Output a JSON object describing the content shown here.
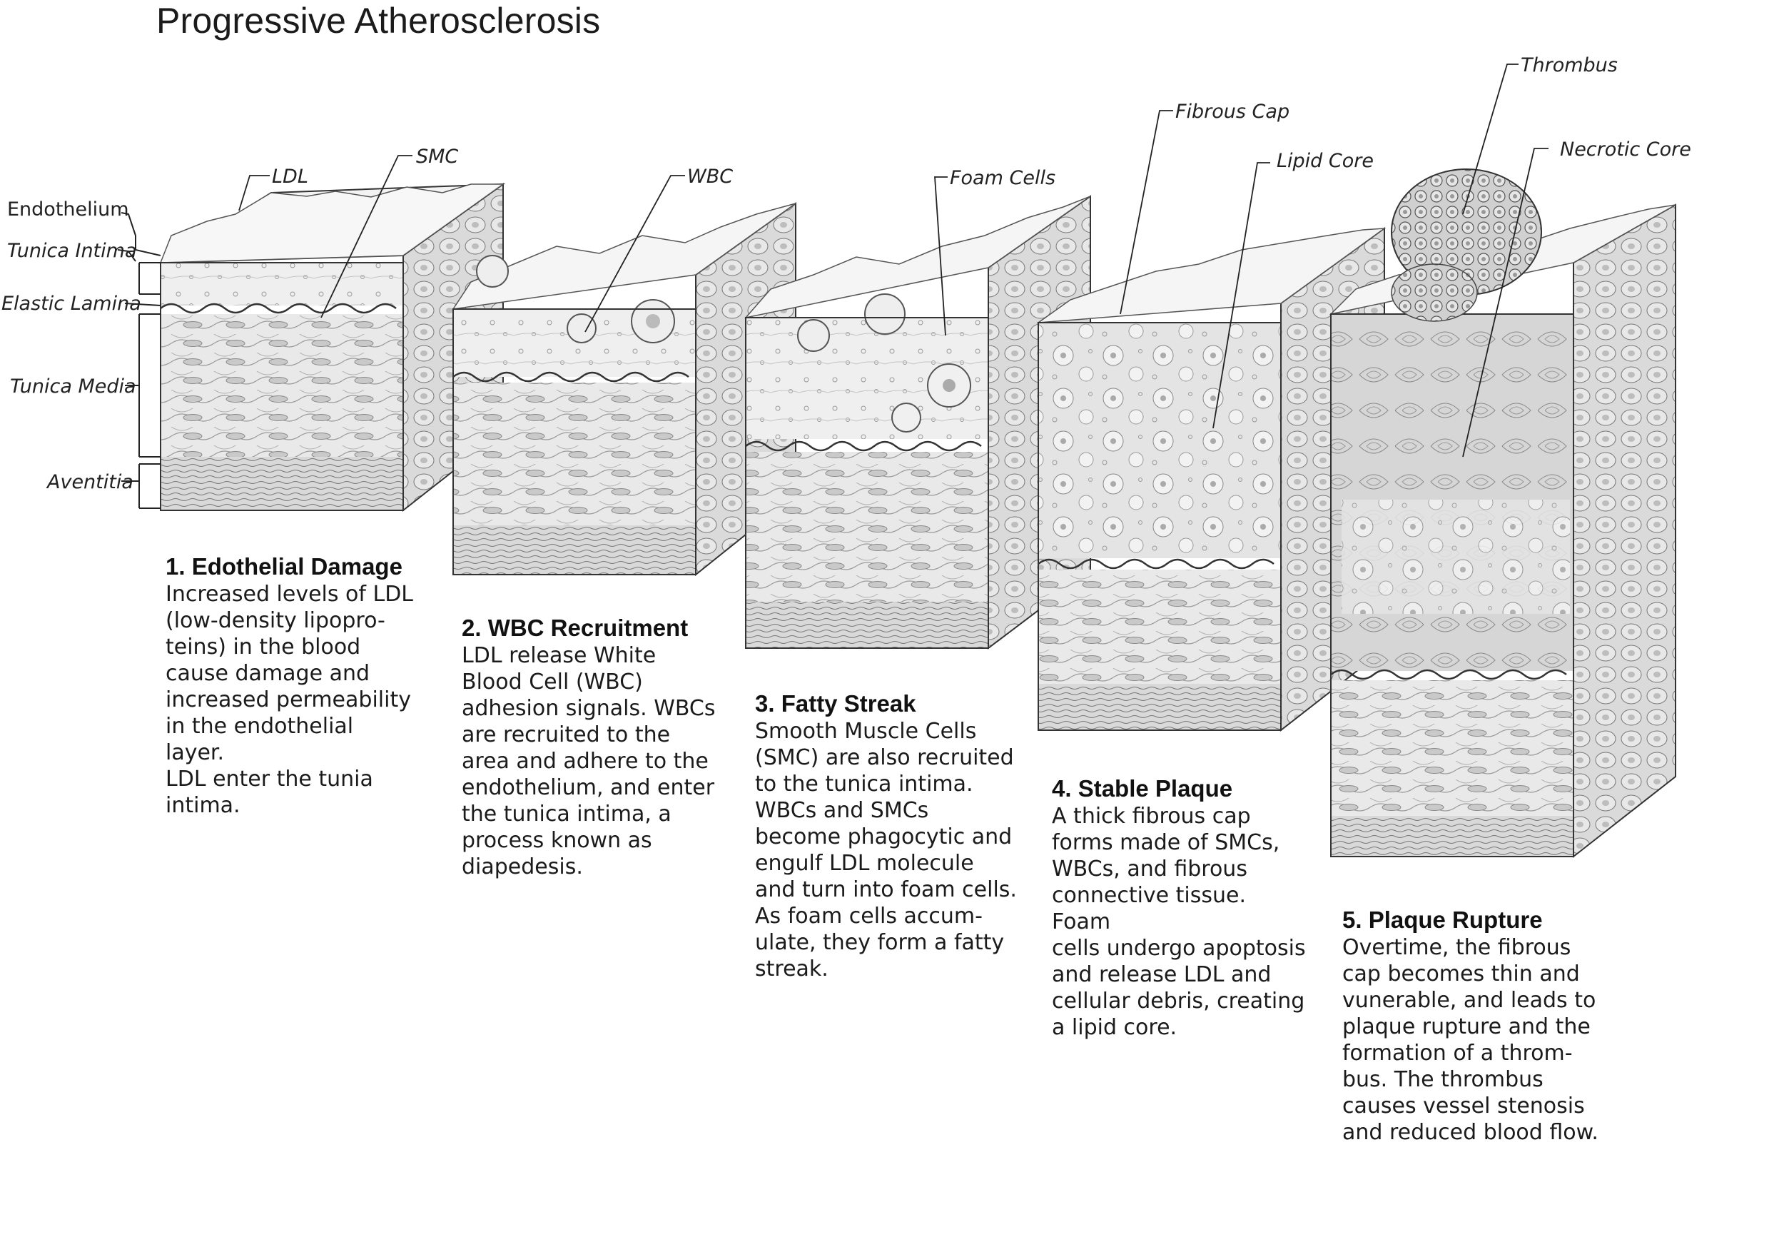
{
  "title": "Progressive Atherosclerosis",
  "layer_labels": {
    "endothelium": "Endothelium",
    "tunica_intima": "Tunica Intima",
    "elastic_lamina": "Elastic Lamina",
    "tunica_media": "Tunica Media",
    "aventitia": "Aventitia"
  },
  "callouts": {
    "ldl": "LDL",
    "smc": "SMC",
    "wbc": "WBC",
    "foam_cells": "Foam Cells",
    "fibrous_cap": "Fibrous Cap",
    "lipid_core": "Lipid Core",
    "thrombus": "Thrombus",
    "necrotic_core": "Necrotic Core"
  },
  "stages": [
    {
      "heading": "1. Edothelial Damage",
      "lines": [
        "Increased levels of LDL",
        "(low-density lipopro-",
        "teins) in the blood",
        "cause damage and",
        "increased permeability",
        "in the endothelial layer.",
        "LDL enter the tunia",
        "intima."
      ]
    },
    {
      "heading": "2. WBC Recruitment",
      "lines": [
        "LDL release White",
        "Blood Cell (WBC)",
        "adhesion signals. WBCs",
        "are recruited to the",
        "area and adhere to the",
        "endothelium, and enter",
        "the tunica intima, a",
        "process known as",
        "diapedesis."
      ]
    },
    {
      "heading": "3. Fatty Streak",
      "lines": [
        "Smooth Muscle Cells",
        "(SMC) are also recruited",
        "to the tunica intima.",
        "WBCs and SMCs",
        "become phagocytic and",
        "engulf LDL molecule",
        "and turn into foam cells.",
        "As foam cells accum-",
        "ulate, they form a fatty",
        "streak."
      ]
    },
    {
      "heading": "4. Stable Plaque",
      "lines": [
        "A thick fibrous cap",
        "forms made of SMCs,",
        "WBCs, and fibrous",
        "connective tissue. Foam",
        "cells undergo apoptosis",
        "and release LDL and",
        "cellular debris, creating",
        "a lipid core."
      ]
    },
    {
      "heading": "5. Plaque Rupture",
      "lines": [
        "Overtime, the fibrous",
        "cap becomes thin and",
        "vunerable, and leads to",
        "plaque rupture and the",
        "formation of a throm-",
        "bus. The thrombus",
        "causes vessel stenosis",
        "and reduced blood flow."
      ]
    }
  ]
}
